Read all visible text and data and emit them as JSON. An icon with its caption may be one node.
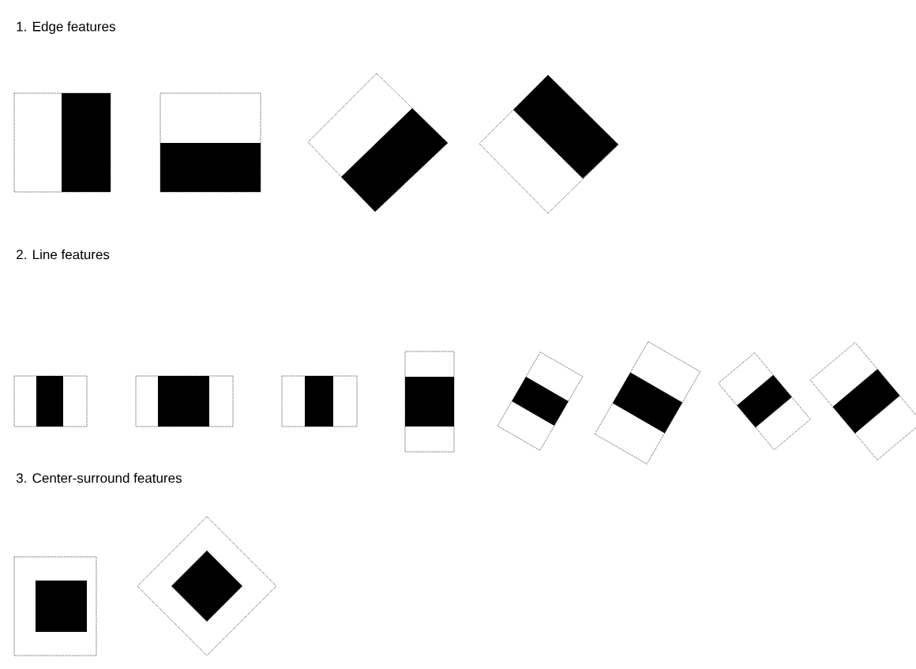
{
  "diagram": {
    "labels": [
      "1. Edge features",
      "2. Line features",
      "3. Center-surround features"
    ]
  }
}
